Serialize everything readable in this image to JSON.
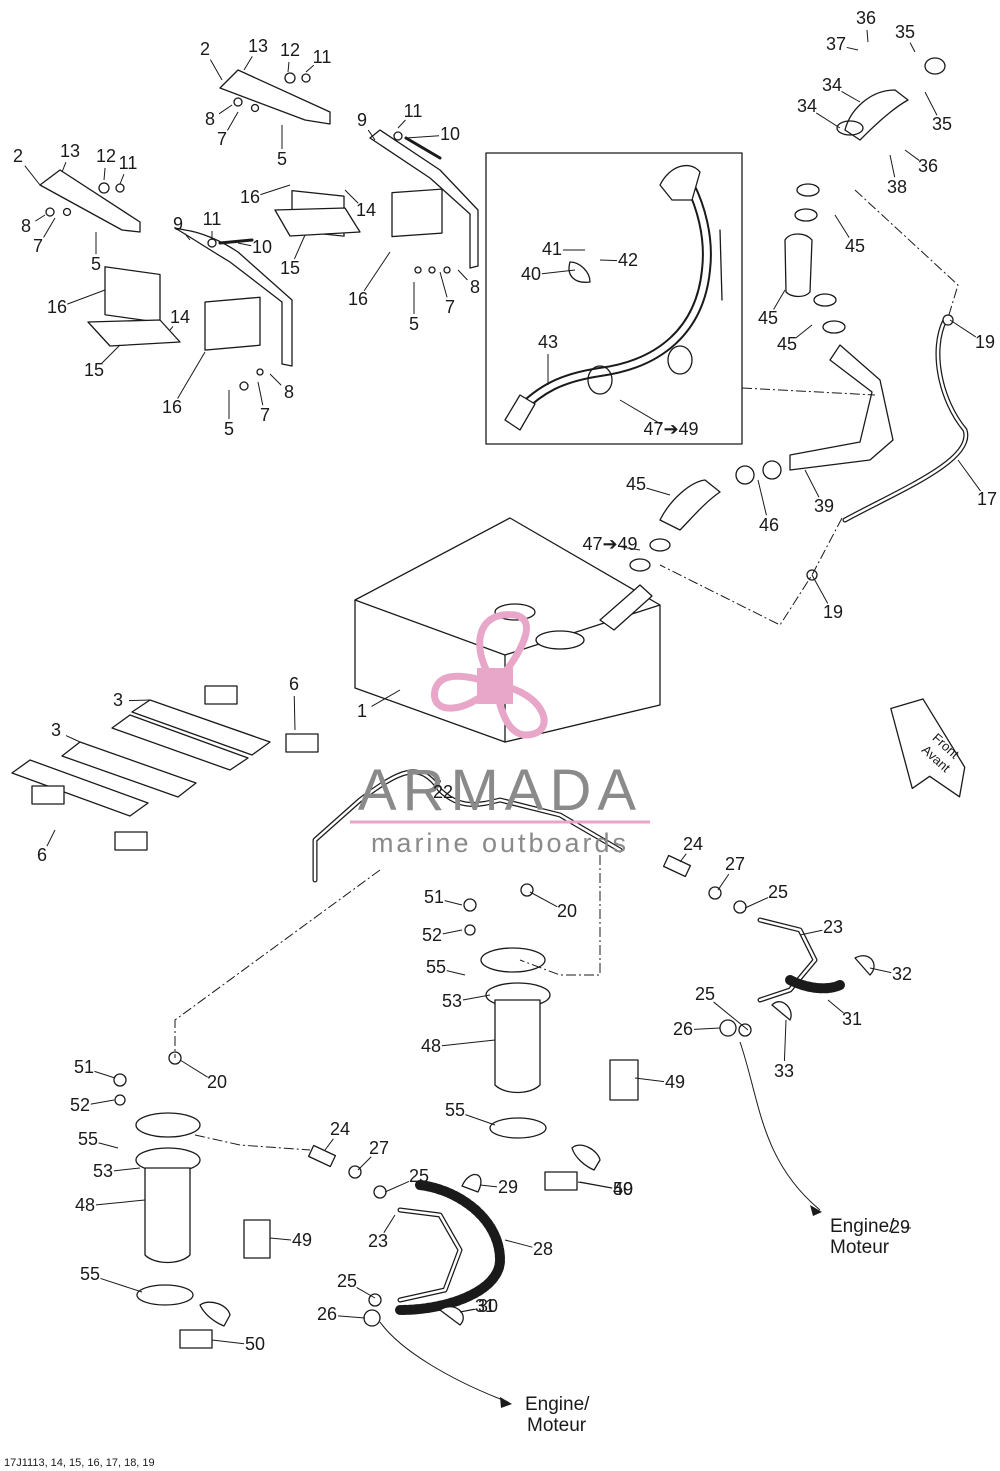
{
  "diagram": {
    "callouts": [
      "1",
      "2",
      "2",
      "3",
      "3",
      "5",
      "5",
      "5",
      "5",
      "6",
      "6",
      "7",
      "7",
      "7",
      "7",
      "8",
      "8",
      "8",
      "8",
      "9",
      "9",
      "10",
      "10",
      "11",
      "11",
      "11",
      "11",
      "12",
      "12",
      "13",
      "13",
      "14",
      "14",
      "15",
      "15",
      "16",
      "16",
      "16",
      "16",
      "17",
      "19",
      "19",
      "20",
      "20",
      "22",
      "23",
      "23",
      "24",
      "24",
      "25",
      "25",
      "25",
      "25",
      "26",
      "26",
      "27",
      "27",
      "28",
      "29",
      "29",
      "30",
      "31",
      "31",
      "32",
      "33",
      "34",
      "34",
      "35",
      "35",
      "36",
      "36",
      "37",
      "38",
      "39",
      "40",
      "41",
      "42",
      "43",
      "45",
      "45",
      "45",
      "45",
      "46",
      "47➔49",
      "47➔49",
      "48",
      "48",
      "49",
      "49",
      "49",
      "50",
      "50",
      "51",
      "51",
      "52",
      "52",
      "53",
      "53",
      "55",
      "55",
      "55",
      "55"
    ],
    "destinations": [
      {
        "line1": "Engine/",
        "line2": "Moteur"
      },
      {
        "line1": "Engine/",
        "line2": "Moteur"
      }
    ],
    "direction_arrow": {
      "line1": "Front",
      "line2": "Avant"
    },
    "watermark": {
      "brand": "ARMADA",
      "tagline": "marine outboards",
      "logo": "propeller-logo"
    },
    "footer_ref": "17J1113, 14, 15, 16, 17, 18, 19"
  },
  "colors": {
    "line": "#1a1a1a",
    "part_fill": "#ffffff",
    "shade": "#cfcfcf",
    "watermark_pink": "#e8a6c8",
    "watermark_grey": "#8a8a8a"
  }
}
